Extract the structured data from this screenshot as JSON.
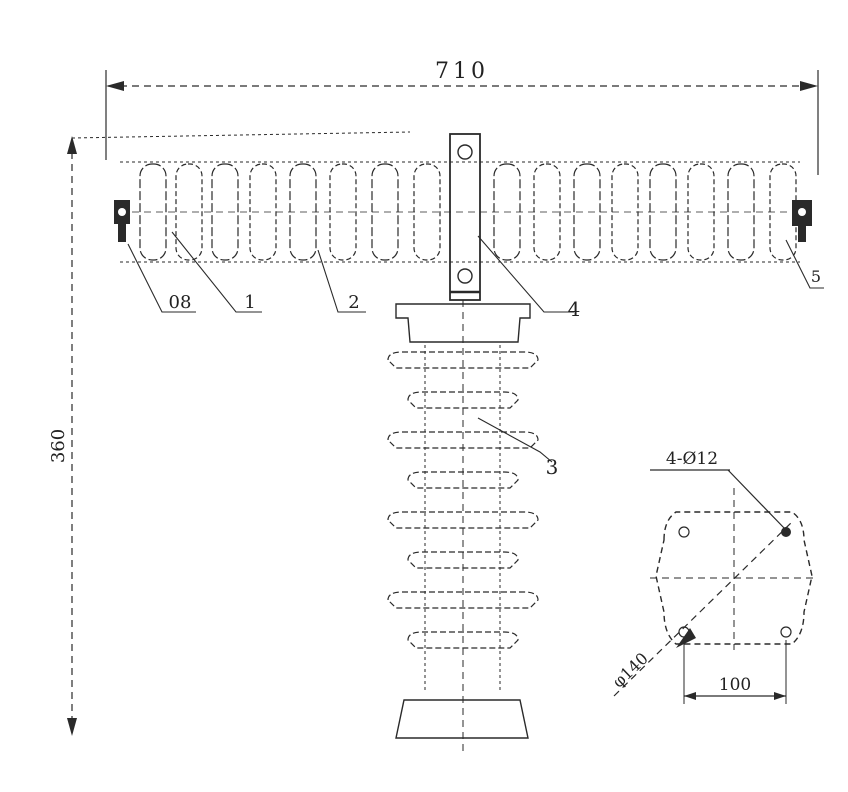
{
  "dimensions": {
    "overall_length": "710",
    "overall_height": "360",
    "bolt_holes": "4-Ø12",
    "circle_diameter": "φ140",
    "hole_spacing": "100"
  },
  "callouts": [
    {
      "id": "insulator-end-fitting",
      "text": "08"
    },
    {
      "id": "rod-core",
      "text": "1"
    },
    {
      "id": "silicone-sheds",
      "text": "2"
    },
    {
      "id": "post-insulator",
      "text": "3"
    },
    {
      "id": "center-clamp",
      "text": "4"
    },
    {
      "id": "right-end-fitting",
      "text": "5"
    }
  ],
  "colors": {
    "ink": "#2a2a2a",
    "background": "#ffffff"
  }
}
